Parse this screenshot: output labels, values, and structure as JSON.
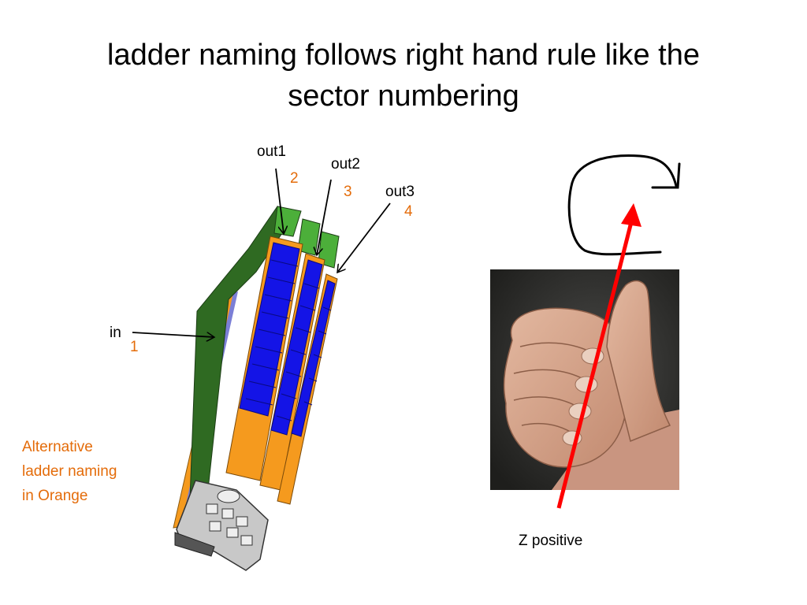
{
  "slide": {
    "title_line1": "ladder naming follows right hand rule like the",
    "title_line2": "sector numbering"
  },
  "labels": {
    "out1": "out1",
    "out2": "out2",
    "out3": "out3",
    "in": "in",
    "z_positive": "Z positive"
  },
  "alt_numbers": {
    "out1": "2",
    "out2": "3",
    "out3": "4",
    "in": "1"
  },
  "note": {
    "line1": "Alternative",
    "line2": "ladder naming",
    "line3": "in Orange"
  },
  "colors": {
    "orange_text": "#E46C0A",
    "arrow_red": "#FF0000",
    "ladder_green": "#4CAF3A",
    "ladder_blue": "#1414E6",
    "ladder_orange": "#F59A1E"
  },
  "icons": {
    "hand": "thumbs-up-hand-photo",
    "rotation": "curved-arrow-icon"
  }
}
